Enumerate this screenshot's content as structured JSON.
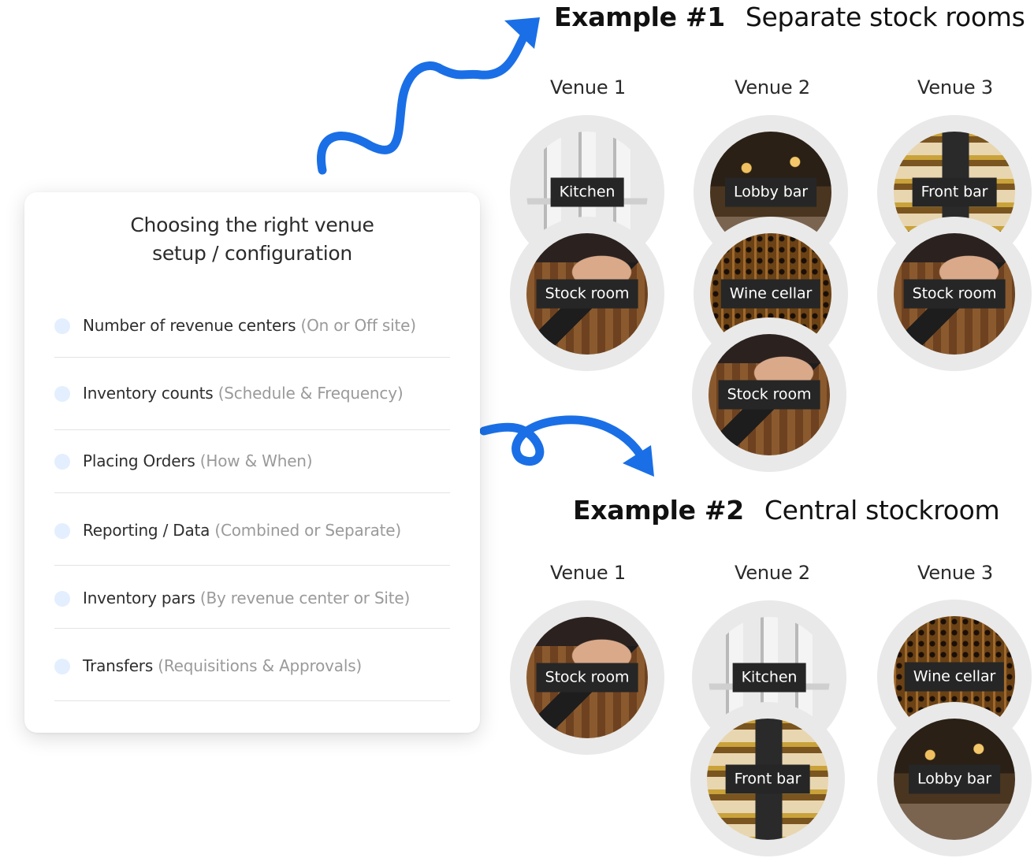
{
  "card": {
    "title_line1": "Choosing the right venue",
    "title_line2": "setup / configuration",
    "items": [
      {
        "main": "Number of revenue centers",
        "sub": "(On or Off site)"
      },
      {
        "main": "Inventory counts",
        "sub": "(Schedule & Frequency)"
      },
      {
        "main": "Placing Orders",
        "sub": "(How & When)"
      },
      {
        "main": "Reporting / Data",
        "sub": "(Combined or Separate)"
      },
      {
        "main": "Inventory pars",
        "sub": "(By revenue center or Site)"
      },
      {
        "main": "Transfers",
        "sub": "(Requisitions & Approvals)"
      }
    ]
  },
  "example1": {
    "number": "Example #1",
    "name": "Separate stock rooms",
    "venues": [
      "Venue 1",
      "Venue 2",
      "Venue 3"
    ],
    "rooms": [
      "Kitchen",
      "Stock room",
      "Lobby bar",
      "Wine cellar",
      "Stock room",
      "Front bar",
      "Stock room"
    ]
  },
  "example2": {
    "number": "Example #2",
    "name": "Central stockroom",
    "venues": [
      "Venue 1",
      "Venue 2",
      "Venue 3"
    ],
    "rooms": [
      "Stock room",
      "Kitchen",
      "Front bar",
      "Wine cellar",
      "Lobby bar"
    ]
  },
  "colors": {
    "arrow": "#1a6fe6",
    "bullet": "#e3efff",
    "bubble_ring": "#e9e9e9",
    "tag_bg": "#262626"
  }
}
